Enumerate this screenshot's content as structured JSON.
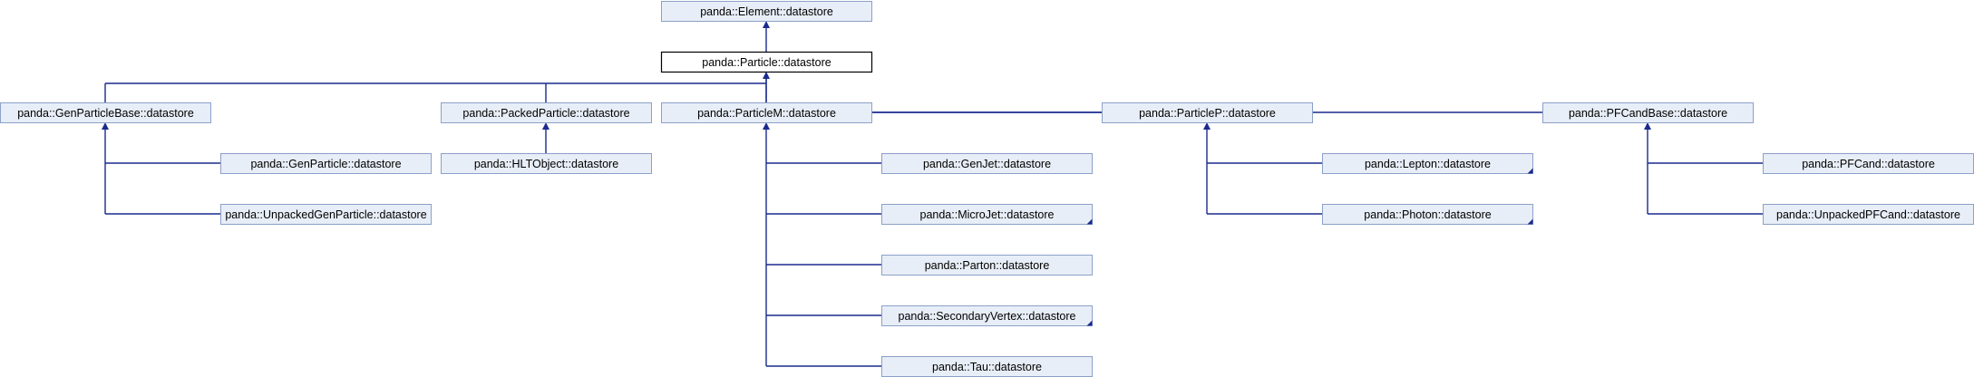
{
  "diagram": {
    "nodes": [
      {
        "id": "element",
        "label": "panda::Element::datastore"
      },
      {
        "id": "particle",
        "label": "panda::Particle::datastore",
        "current": true
      },
      {
        "id": "genparticlebase",
        "label": "panda::GenParticleBase::datastore"
      },
      {
        "id": "packedparticle",
        "label": "panda::PackedParticle::datastore"
      },
      {
        "id": "particlem",
        "label": "panda::ParticleM::datastore"
      },
      {
        "id": "particlep",
        "label": "panda::ParticleP::datastore"
      },
      {
        "id": "pfcandbase",
        "label": "panda::PFCandBase::datastore"
      },
      {
        "id": "genparticle",
        "label": "panda::GenParticle::datastore"
      },
      {
        "id": "unpackedgenparticle",
        "label": "panda::UnpackedGenParticle::datastore"
      },
      {
        "id": "hltobject",
        "label": "panda::HLTObject::datastore"
      },
      {
        "id": "genjet",
        "label": "panda::GenJet::datastore"
      },
      {
        "id": "microjet",
        "label": "panda::MicroJet::datastore",
        "has_more": true
      },
      {
        "id": "parton",
        "label": "panda::Parton::datastore"
      },
      {
        "id": "secondaryvertex",
        "label": "panda::SecondaryVertex::datastore",
        "has_more": true
      },
      {
        "id": "tau",
        "label": "panda::Tau::datastore"
      },
      {
        "id": "lepton",
        "label": "panda::Lepton::datastore",
        "has_more": true
      },
      {
        "id": "photon",
        "label": "panda::Photon::datastore",
        "has_more": true
      },
      {
        "id": "pfcand",
        "label": "panda::PFCand::datastore"
      },
      {
        "id": "unpackedpfcand",
        "label": "panda::UnpackedPFCand::datastore"
      }
    ],
    "edges": [
      {
        "from": "particle",
        "to": "element"
      },
      {
        "from": "genparticlebase",
        "to": "particle"
      },
      {
        "from": "packedparticle",
        "to": "particle"
      },
      {
        "from": "particlem",
        "to": "particle"
      },
      {
        "from": "particlep",
        "to": "particle"
      },
      {
        "from": "pfcandbase",
        "to": "particle"
      },
      {
        "from": "genparticle",
        "to": "genparticlebase"
      },
      {
        "from": "unpackedgenparticle",
        "to": "genparticlebase"
      },
      {
        "from": "hltobject",
        "to": "packedparticle"
      },
      {
        "from": "genjet",
        "to": "particlem"
      },
      {
        "from": "microjet",
        "to": "particlem"
      },
      {
        "from": "parton",
        "to": "particlem"
      },
      {
        "from": "secondaryvertex",
        "to": "particlem"
      },
      {
        "from": "tau",
        "to": "particlem"
      },
      {
        "from": "lepton",
        "to": "particlep"
      },
      {
        "from": "photon",
        "to": "particlep"
      },
      {
        "from": "pfcand",
        "to": "pfcandbase"
      },
      {
        "from": "unpackedpfcand",
        "to": "pfcandbase"
      }
    ],
    "colors": {
      "box_fill": "#e8eef7",
      "box_border": "#8ca0c8",
      "current_fill": "#ffffff",
      "current_border": "#000000",
      "edge": "#1a2a8e"
    }
  }
}
